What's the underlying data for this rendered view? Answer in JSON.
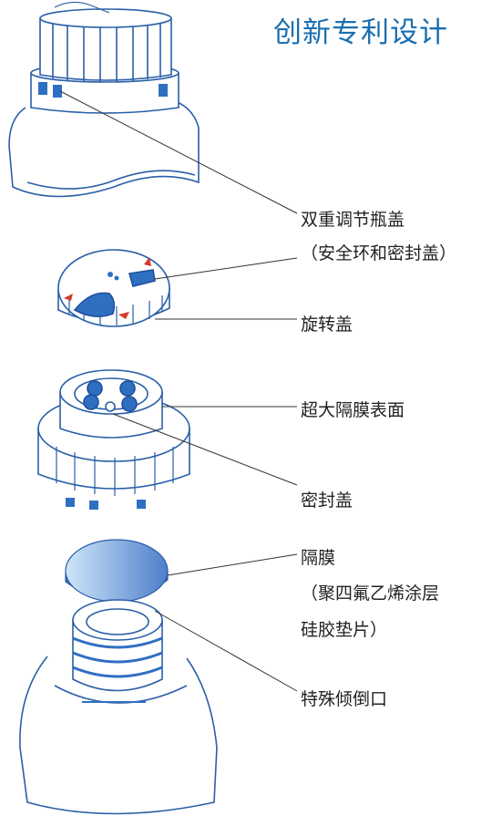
{
  "title": "创新专利设计",
  "labels": {
    "dual_cap_line1": "双重调节瓶盖",
    "dual_cap_line2": "（安全环和密封盖）",
    "rotating_cap": "旋转盖",
    "large_septum_surface": "超大隔膜表面",
    "sealing_cap": "密封盖",
    "septum_line1": "隔膜",
    "septum_line2": "（聚四氟乙烯涂层",
    "septum_line3": "硅胶垫片）",
    "pour_spout": "特殊倾倒口"
  },
  "colors": {
    "title": "#1a6fb0",
    "outline": "#2a5fa8",
    "accent_blue": "#2f6fc2",
    "arrow_red": "#d33b2c"
  }
}
